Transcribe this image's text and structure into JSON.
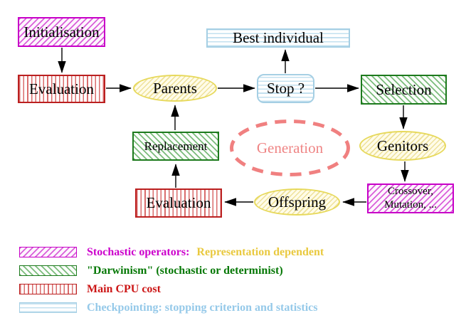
{
  "diagram": {
    "nodes": {
      "initialisation": {
        "label": "Initialisation",
        "style": "magenta-diagonal-hatch"
      },
      "evaluation_top": {
        "label": "Evaluation",
        "style": "red-vertical-stripes"
      },
      "parents": {
        "label": "Parents",
        "style": "yellow-ellipse"
      },
      "stop": {
        "label": "Stop ?",
        "style": "cyan-horizontal-stripes"
      },
      "best_individual": {
        "label": "Best individual",
        "style": "cyan-horizontal-stripes"
      },
      "selection": {
        "label": "Selection",
        "style": "green-diagonal-hatch"
      },
      "genitors": {
        "label": "Genitors",
        "style": "yellow-ellipse"
      },
      "crossover_mutation": {
        "line1": "Crossover,",
        "line2": "Mutation, ...",
        "style": "magenta-diagonal-hatch"
      },
      "offspring": {
        "label": "Offspring",
        "style": "yellow-ellipse"
      },
      "evaluation_bottom": {
        "label": "Evaluation",
        "style": "red-vertical-stripes"
      },
      "replacement": {
        "label": "Replacement",
        "style": "green-diagonal-hatch"
      },
      "generation": {
        "label": "Generation",
        "color": "#ef8585"
      }
    },
    "edges": [
      {
        "from": "initialisation",
        "to": "evaluation_top"
      },
      {
        "from": "evaluation_top",
        "to": "parents"
      },
      {
        "from": "parents",
        "to": "stop"
      },
      {
        "from": "stop",
        "to": "best_individual"
      },
      {
        "from": "stop",
        "to": "selection"
      },
      {
        "from": "selection",
        "to": "genitors"
      },
      {
        "from": "genitors",
        "to": "crossover_mutation"
      },
      {
        "from": "crossover_mutation",
        "to": "offspring"
      },
      {
        "from": "offspring",
        "to": "evaluation_bottom"
      },
      {
        "from": "evaluation_bottom",
        "to": "replacement"
      },
      {
        "from": "replacement",
        "to": "parents"
      }
    ],
    "palette": {
      "magenta": "#c800c8",
      "red": "#bb2020",
      "green": "#1d7a1d",
      "cyan": "#a5cfe4",
      "yellow": "#e7d95c",
      "salmon": "#f08080",
      "arrow_black": "#000000"
    }
  },
  "legend": {
    "items": [
      {
        "swatch": "magenta-diagonal-hatch",
        "label": "Stochastic operators:",
        "label_color": "#cc00cc",
        "label2": "Representation dependent",
        "label2_color": "#e9c93f"
      },
      {
        "swatch": "green-diagonal-hatch",
        "label": "\"Darwinism\" (stochastic or determinist)",
        "label_color": "#067806"
      },
      {
        "swatch": "red-vertical-stripes",
        "label": "Main CPU cost",
        "label_color": "#cc1616"
      },
      {
        "swatch": "cyan-horizontal-stripes",
        "label": "Checkpointing: stopping criterion and statistics",
        "label_color": "#95c9e9"
      }
    ]
  }
}
